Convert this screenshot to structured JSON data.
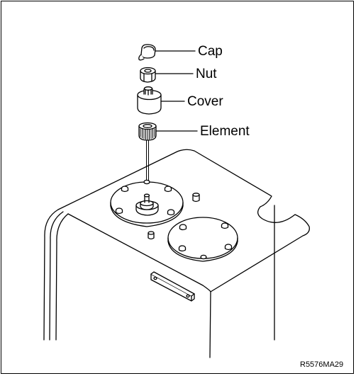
{
  "labels": {
    "cap": "Cap",
    "nut": "Nut",
    "cover": "Cover",
    "element": "Element"
  },
  "figure_id": "R5576MA29"
}
